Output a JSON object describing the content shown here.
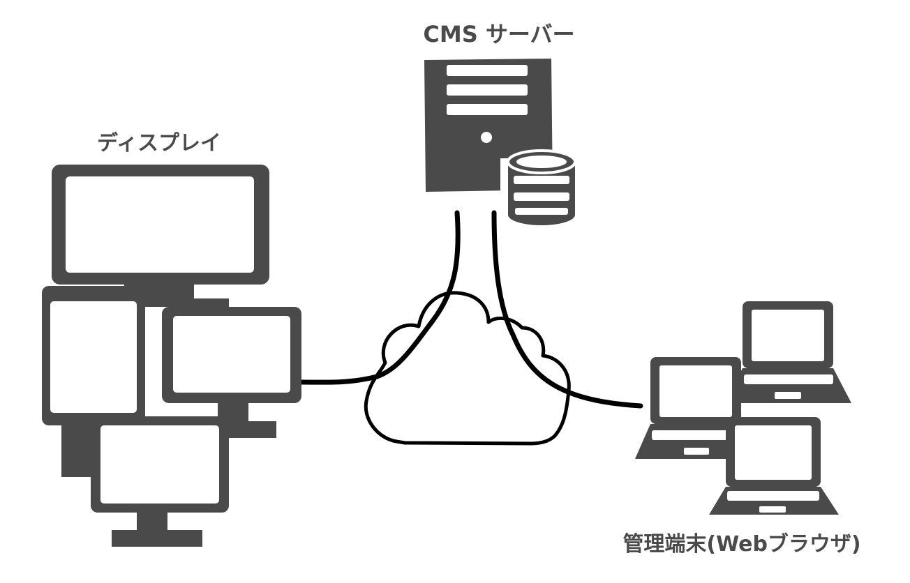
{
  "labels": {
    "server": "CMS サーバー",
    "displays": "ディスプレイ",
    "terminals": "管理端末(Webブラウザ)"
  },
  "colors": {
    "device": "#4a4a4a",
    "screen": "#ffffff",
    "line": "#000000"
  },
  "icons": {
    "server": "server-icon",
    "database": "database-icon",
    "cloud": "cloud-icon",
    "display": "monitor-icon",
    "terminal": "laptop-icon"
  }
}
